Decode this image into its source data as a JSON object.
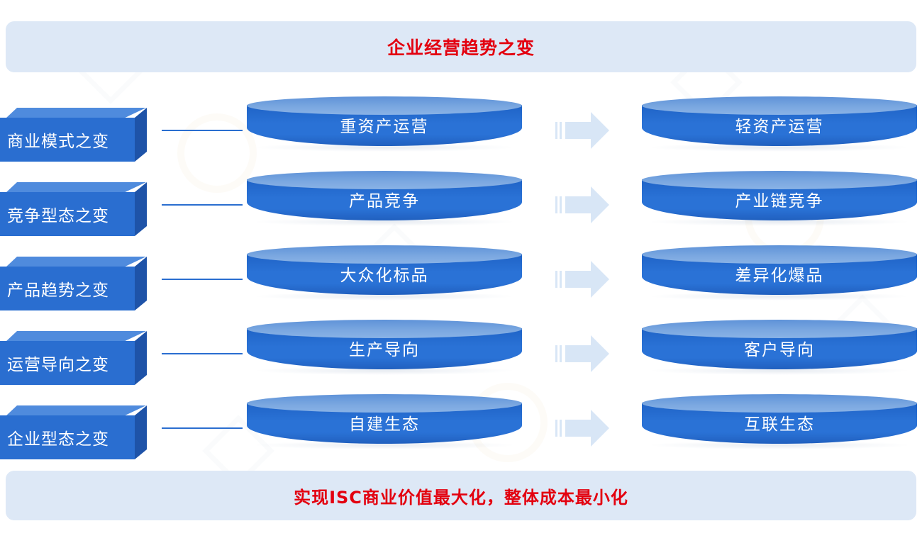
{
  "top_banner": {
    "title": "企业经营趋势之变"
  },
  "bottom_banner": {
    "title": "实现ISC商业价值最大化，整体成本最小化"
  },
  "colors": {
    "banner_bg": "#dde8f6",
    "banner_text": "#e3000f",
    "box_front": "#2a6ed0",
    "box_top": "#4f8bdd",
    "box_side": "#1e53a8",
    "cylinder_body": "#2a72d6",
    "cylinder_top": "#7aa7e0",
    "arrow": "#d8e6f6",
    "connector": "#2a6ed0",
    "page_bg": "#ffffff"
  },
  "arrow_icon_name": "right-arrow-icon",
  "rows": [
    {
      "label": "商业模式之变",
      "from": "重资产运营",
      "to": "轻资产运营"
    },
    {
      "label": "竞争型态之变",
      "from": "产品竞争",
      "to": "产业链竞争"
    },
    {
      "label": "产品趋势之变",
      "from": "大众化标品",
      "to": "差异化爆品"
    },
    {
      "label": "运营导向之变",
      "from": "生产导向",
      "to": "客户导向"
    },
    {
      "label": "企业型态之变",
      "from": "自建生态",
      "to": "互联生态"
    }
  ]
}
